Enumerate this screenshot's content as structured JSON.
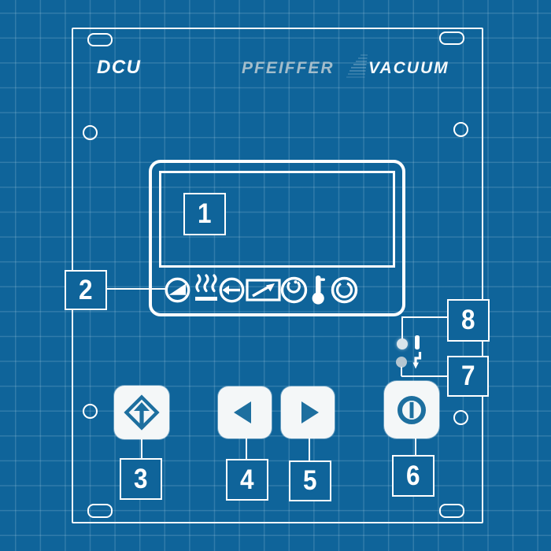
{
  "header": {
    "device_label": "DCU",
    "brand_left": "PFEIFFER",
    "brand_right": "VACUUM"
  },
  "callouts": {
    "display": {
      "label": "1"
    },
    "status_icons": {
      "label": "2"
    },
    "function_button": {
      "label": "3"
    },
    "left_button": {
      "label": "4"
    },
    "right_button": {
      "label": "5"
    },
    "power_button": {
      "label": "6"
    },
    "error_led": {
      "label": "7"
    },
    "operation_led": {
      "label": "8"
    }
  },
  "status_icons": [
    {
      "name": "rotation-speed-icon"
    },
    {
      "name": "heating-icon"
    },
    {
      "name": "venting-icon"
    },
    {
      "name": "pressure-trend-icon"
    },
    {
      "name": "motor-icon"
    },
    {
      "name": "temperature-icon"
    },
    {
      "name": "operation-mode-icon"
    }
  ],
  "buttons": [
    {
      "name": "function-select-button",
      "icon": "diamond-up-arrow-icon"
    },
    {
      "name": "previous-button",
      "icon": "arrow-left-icon"
    },
    {
      "name": "next-button",
      "icon": "arrow-right-icon"
    },
    {
      "name": "power-button",
      "icon": "power-icon"
    }
  ],
  "leds": [
    {
      "name": "operation-led",
      "symbol": "bar-symbol"
    },
    {
      "name": "error-led",
      "symbol": "flash-symbol"
    }
  ],
  "colors": {
    "background": "#0f649a",
    "grid_line": "rgba(205,230,242,0.18)",
    "outline": "#ffffff",
    "button_fill": "#f4f7f8",
    "button_icon_blue": "#1d6f9f",
    "pfeiffer_text": "#a3bdcb",
    "vacuum_text": "#f4f8fa",
    "led_operation": "#dae5eb",
    "led_error": "#b4c6d1"
  }
}
